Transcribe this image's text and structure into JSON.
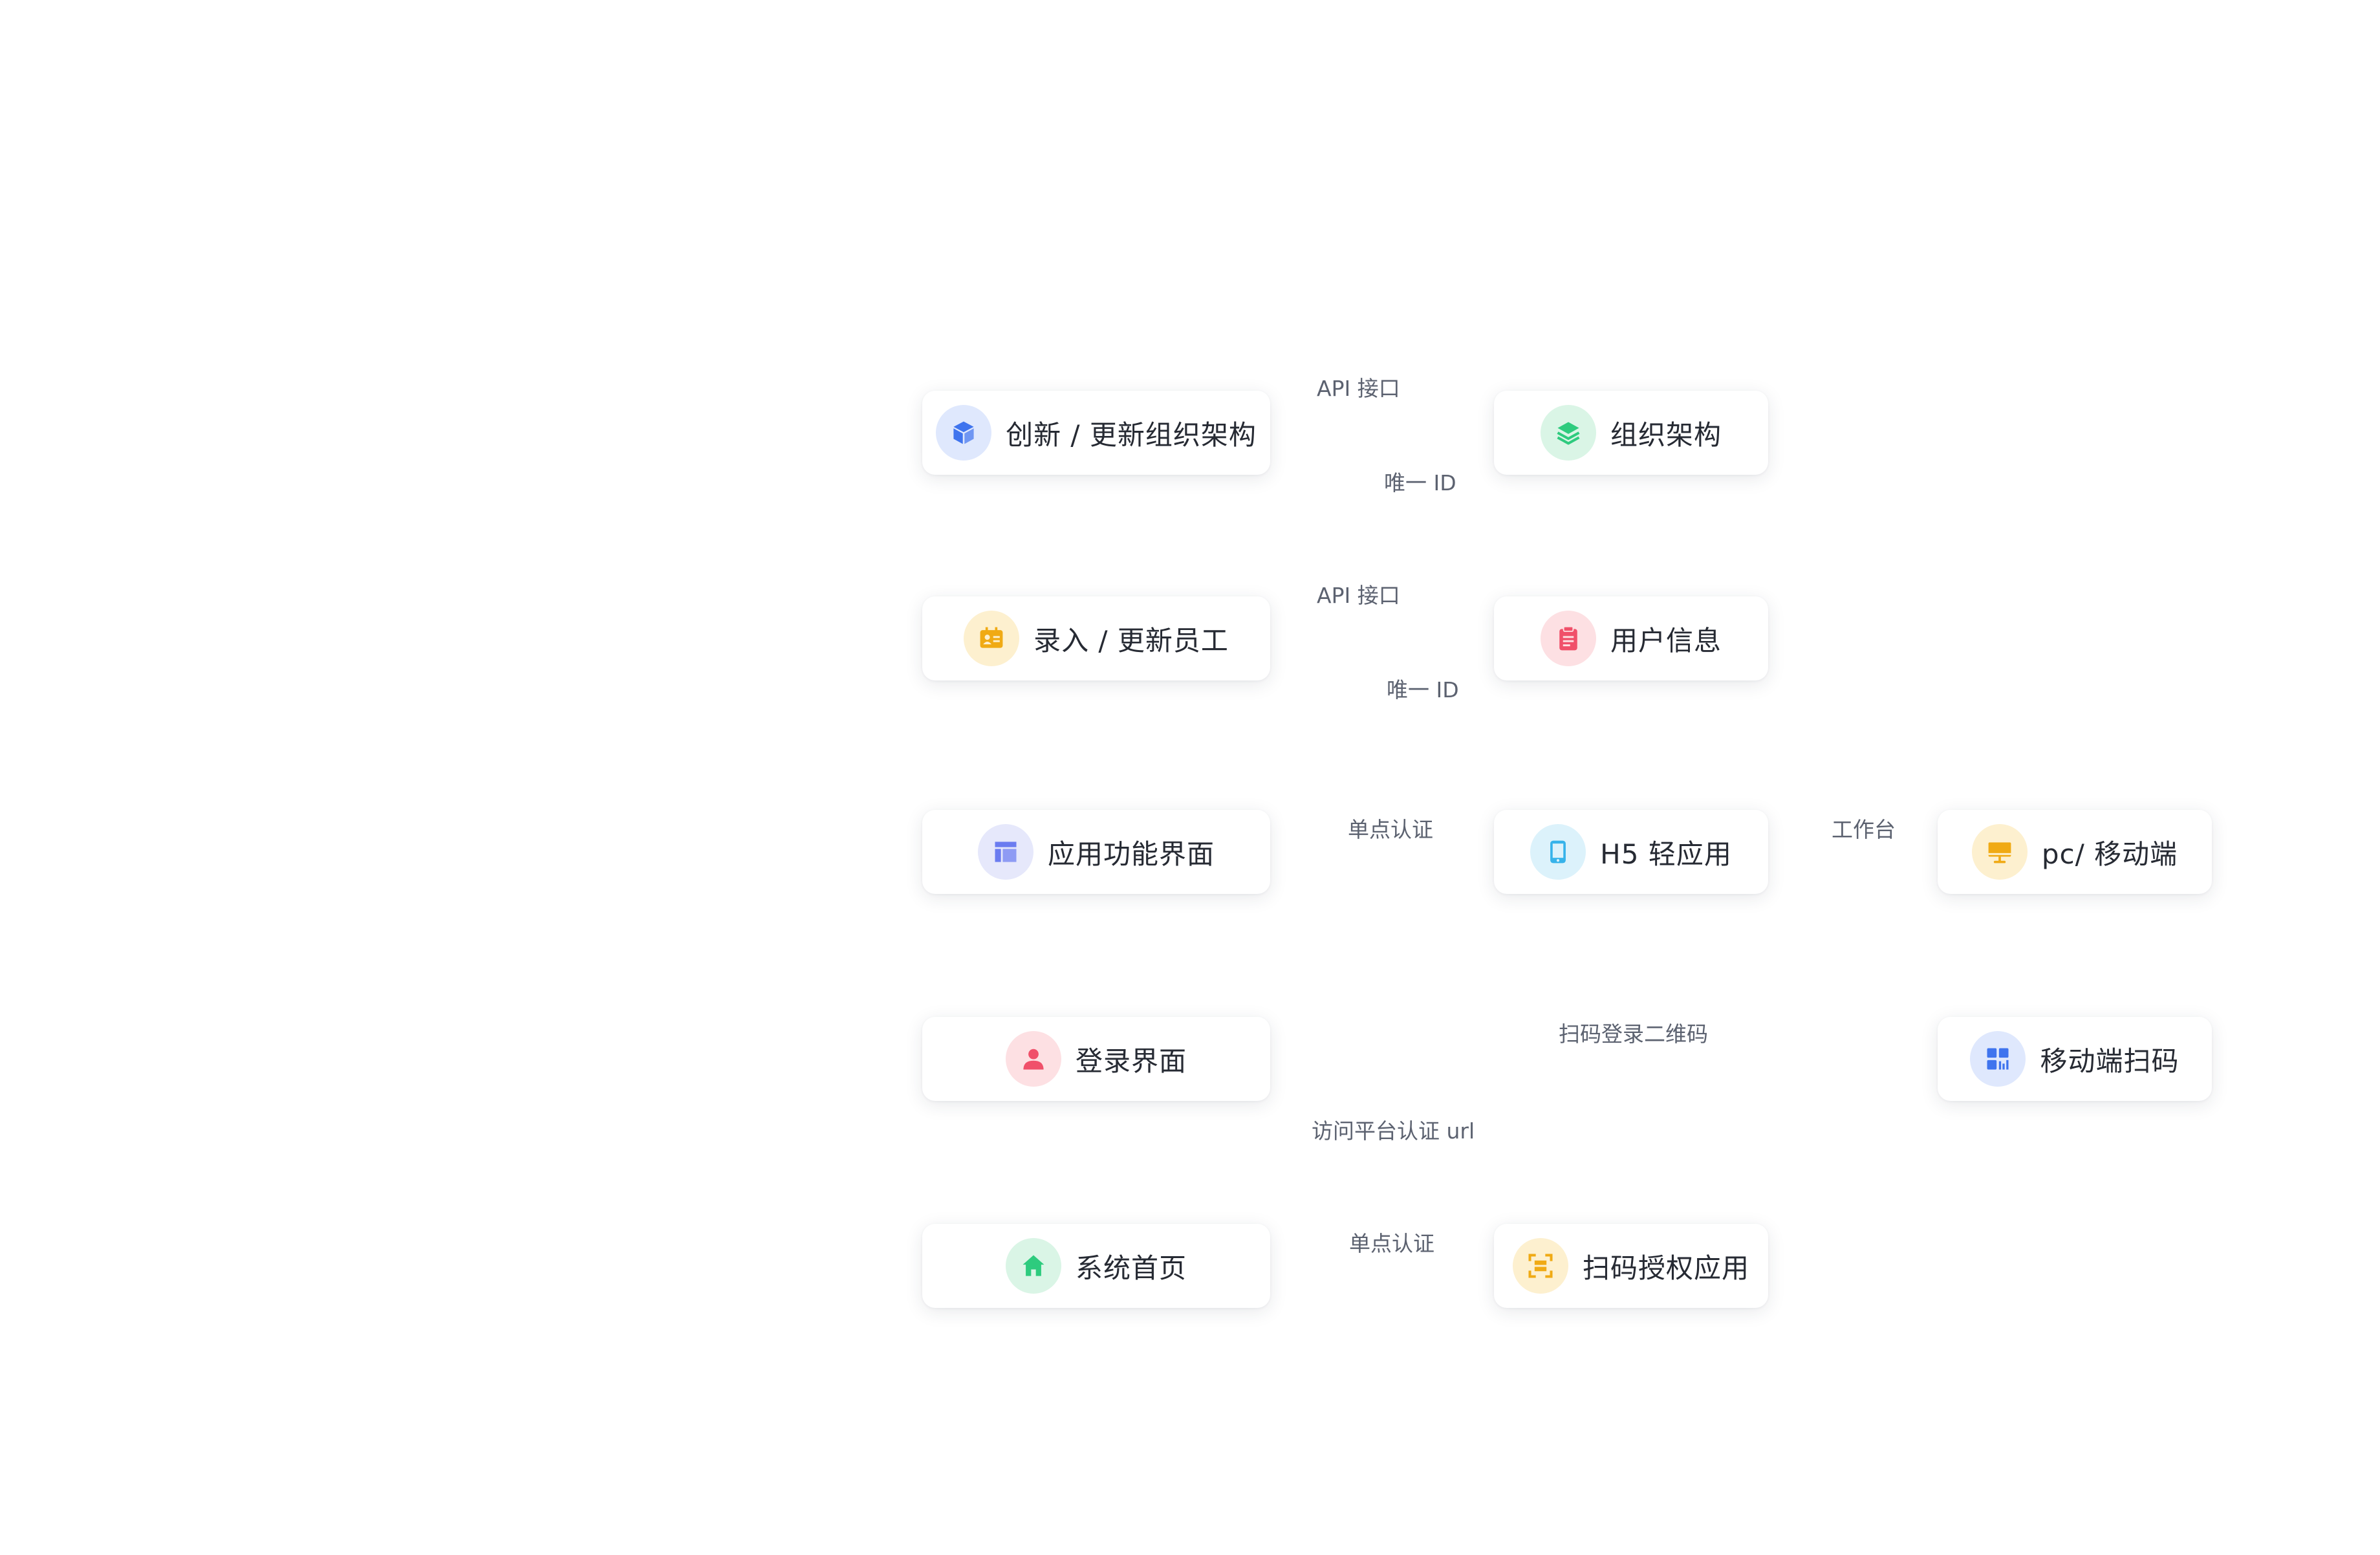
{
  "nodes": {
    "org_update": {
      "label": "创新 / 更新组织架构",
      "icon": "cube-icon",
      "icon_bg": "#dfe8fd",
      "icon_color": "#3f74ee"
    },
    "org_structure": {
      "label": "组织架构",
      "icon": "layers-icon",
      "icon_bg": "#daf5e6",
      "icon_color": "#2ecb7e"
    },
    "staff_update": {
      "label": "录入 / 更新员工",
      "icon": "id-card-icon",
      "icon_bg": "#fdf0cf",
      "icon_color": "#f0aa14"
    },
    "user_info": {
      "label": "用户信息",
      "icon": "clipboard-icon",
      "icon_bg": "#fde0e3",
      "icon_color": "#f0506a"
    },
    "app_ui": {
      "label": "应用功能界面",
      "icon": "layout-icon",
      "icon_bg": "#e6e8fb",
      "icon_color": "#6b7cf0"
    },
    "h5_app": {
      "label": "H5 轻应用",
      "icon": "tablet-icon",
      "icon_bg": "#dcf2fb",
      "icon_color": "#37b3ea"
    },
    "pc_mobile": {
      "label": "pc/ 移动端",
      "icon": "monitor-icon",
      "icon_bg": "#fdf0cf",
      "icon_color": "#f0aa14"
    },
    "login_ui": {
      "label": "登录界面",
      "icon": "user-icon",
      "icon_bg": "#fde0e3",
      "icon_color": "#f0506a"
    },
    "mobile_scan": {
      "label": "移动端扫码",
      "icon": "qr-grid-icon",
      "icon_bg": "#dfe8fd",
      "icon_color": "#3f74ee"
    },
    "home": {
      "label": "系统首页",
      "icon": "home-icon",
      "icon_bg": "#daf5e6",
      "icon_color": "#2ecb7e"
    },
    "scan_auth": {
      "label": "扫码授权应用",
      "icon": "scan-icon",
      "icon_bg": "#fdf0cf",
      "icon_color": "#f0aa14"
    }
  },
  "edges": {
    "api_1": "API 接口",
    "unique_id_1": "唯一 ID",
    "api_2": "API 接口",
    "unique_id_2": "唯一 ID",
    "sso_1": "单点认证",
    "workbench": "工作台",
    "scan_qr_login": "扫码登录二维码",
    "auth_url": "访问平台认证 url",
    "sso_2": "单点认证"
  }
}
